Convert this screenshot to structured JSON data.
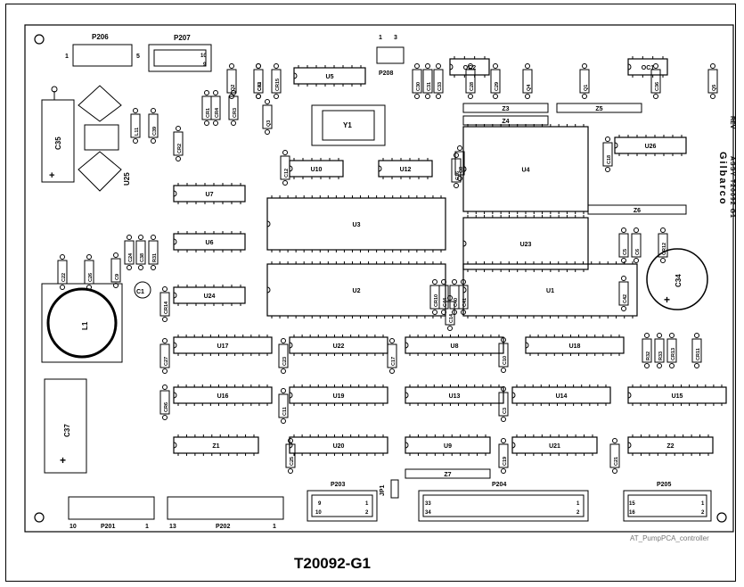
{
  "title": "T20092-G1",
  "caption": "AT_PumpPCA_controller",
  "board_text": {
    "brand": "Gilbarco",
    "assy": "ASSY T20092 G1",
    "rev": "REV"
  },
  "dips": [
    {
      "label": "U5"
    },
    {
      "label": "OC2"
    },
    {
      "label": "OC1"
    },
    {
      "label": "U10"
    },
    {
      "label": "U12"
    },
    {
      "label": "U4"
    },
    {
      "label": "U26"
    },
    {
      "label": "U7"
    },
    {
      "label": "U3"
    },
    {
      "label": "U23"
    },
    {
      "label": "U6"
    },
    {
      "label": "U24"
    },
    {
      "label": "U2"
    },
    {
      "label": "U1"
    },
    {
      "label": "U17"
    },
    {
      "label": "U22"
    },
    {
      "label": "U8"
    },
    {
      "label": "U18"
    },
    {
      "label": "U16"
    },
    {
      "label": "U19"
    },
    {
      "label": "U13"
    },
    {
      "label": "U14"
    },
    {
      "label": "U15"
    },
    {
      "label": "Z1"
    },
    {
      "label": "U20"
    },
    {
      "label": "U9"
    },
    {
      "label": "U21"
    },
    {
      "label": "Z2"
    }
  ],
  "strips": [
    {
      "label": "Z3"
    },
    {
      "label": "Z5"
    },
    {
      "label": "Z4"
    },
    {
      "label": "Z6"
    },
    {
      "label": "Z7"
    }
  ],
  "connectors": [
    {
      "label": "P206",
      "pins": [
        "1",
        "5"
      ]
    },
    {
      "label": "P207",
      "pins": [
        "10",
        "9"
      ]
    },
    {
      "label": "P208",
      "pins": [
        "1",
        "3"
      ]
    },
    {
      "label": "P201",
      "pins": [
        "10",
        "1"
      ]
    },
    {
      "label": "P202",
      "pins": [
        "13",
        "1"
      ]
    },
    {
      "label": "P203",
      "pins": [
        "9",
        "10",
        "1",
        "2"
      ]
    },
    {
      "label": "P204",
      "pins": [
        "33",
        "34",
        "1",
        "2"
      ]
    },
    {
      "label": "P205",
      "pins": [
        "15",
        "16",
        "1",
        "2"
      ]
    }
  ],
  "jumper": "JP1",
  "large_parts": [
    {
      "label": "C35"
    },
    {
      "label": "C37"
    },
    {
      "label": "L1"
    },
    {
      "label": "C34"
    },
    {
      "label": "Y1"
    },
    {
      "label": "U25"
    },
    {
      "label": "C1"
    }
  ],
  "small_labels": [
    "C32",
    "CR15",
    "C30",
    "C31",
    "C33",
    "C28",
    "C29",
    "C36",
    "CR2",
    "CR1",
    "CR4",
    "CR3",
    "Q2",
    "Q4",
    "Q3",
    "Q1",
    "Q5",
    "L11",
    "C39",
    "C8",
    "C14",
    "C16",
    "C18",
    "C23",
    "C11",
    "C12",
    "C25",
    "C27",
    "C5",
    "C6",
    "C9",
    "C10",
    "C3",
    "C19",
    "C17",
    "C21",
    "C22",
    "C26",
    "CR6",
    "CR14",
    "C24",
    "C38",
    "R31",
    "R32",
    "R33",
    "CR11",
    "CR13",
    "CR12",
    "CR10",
    "C44",
    "C40",
    "C41",
    "C42",
    "C43"
  ]
}
